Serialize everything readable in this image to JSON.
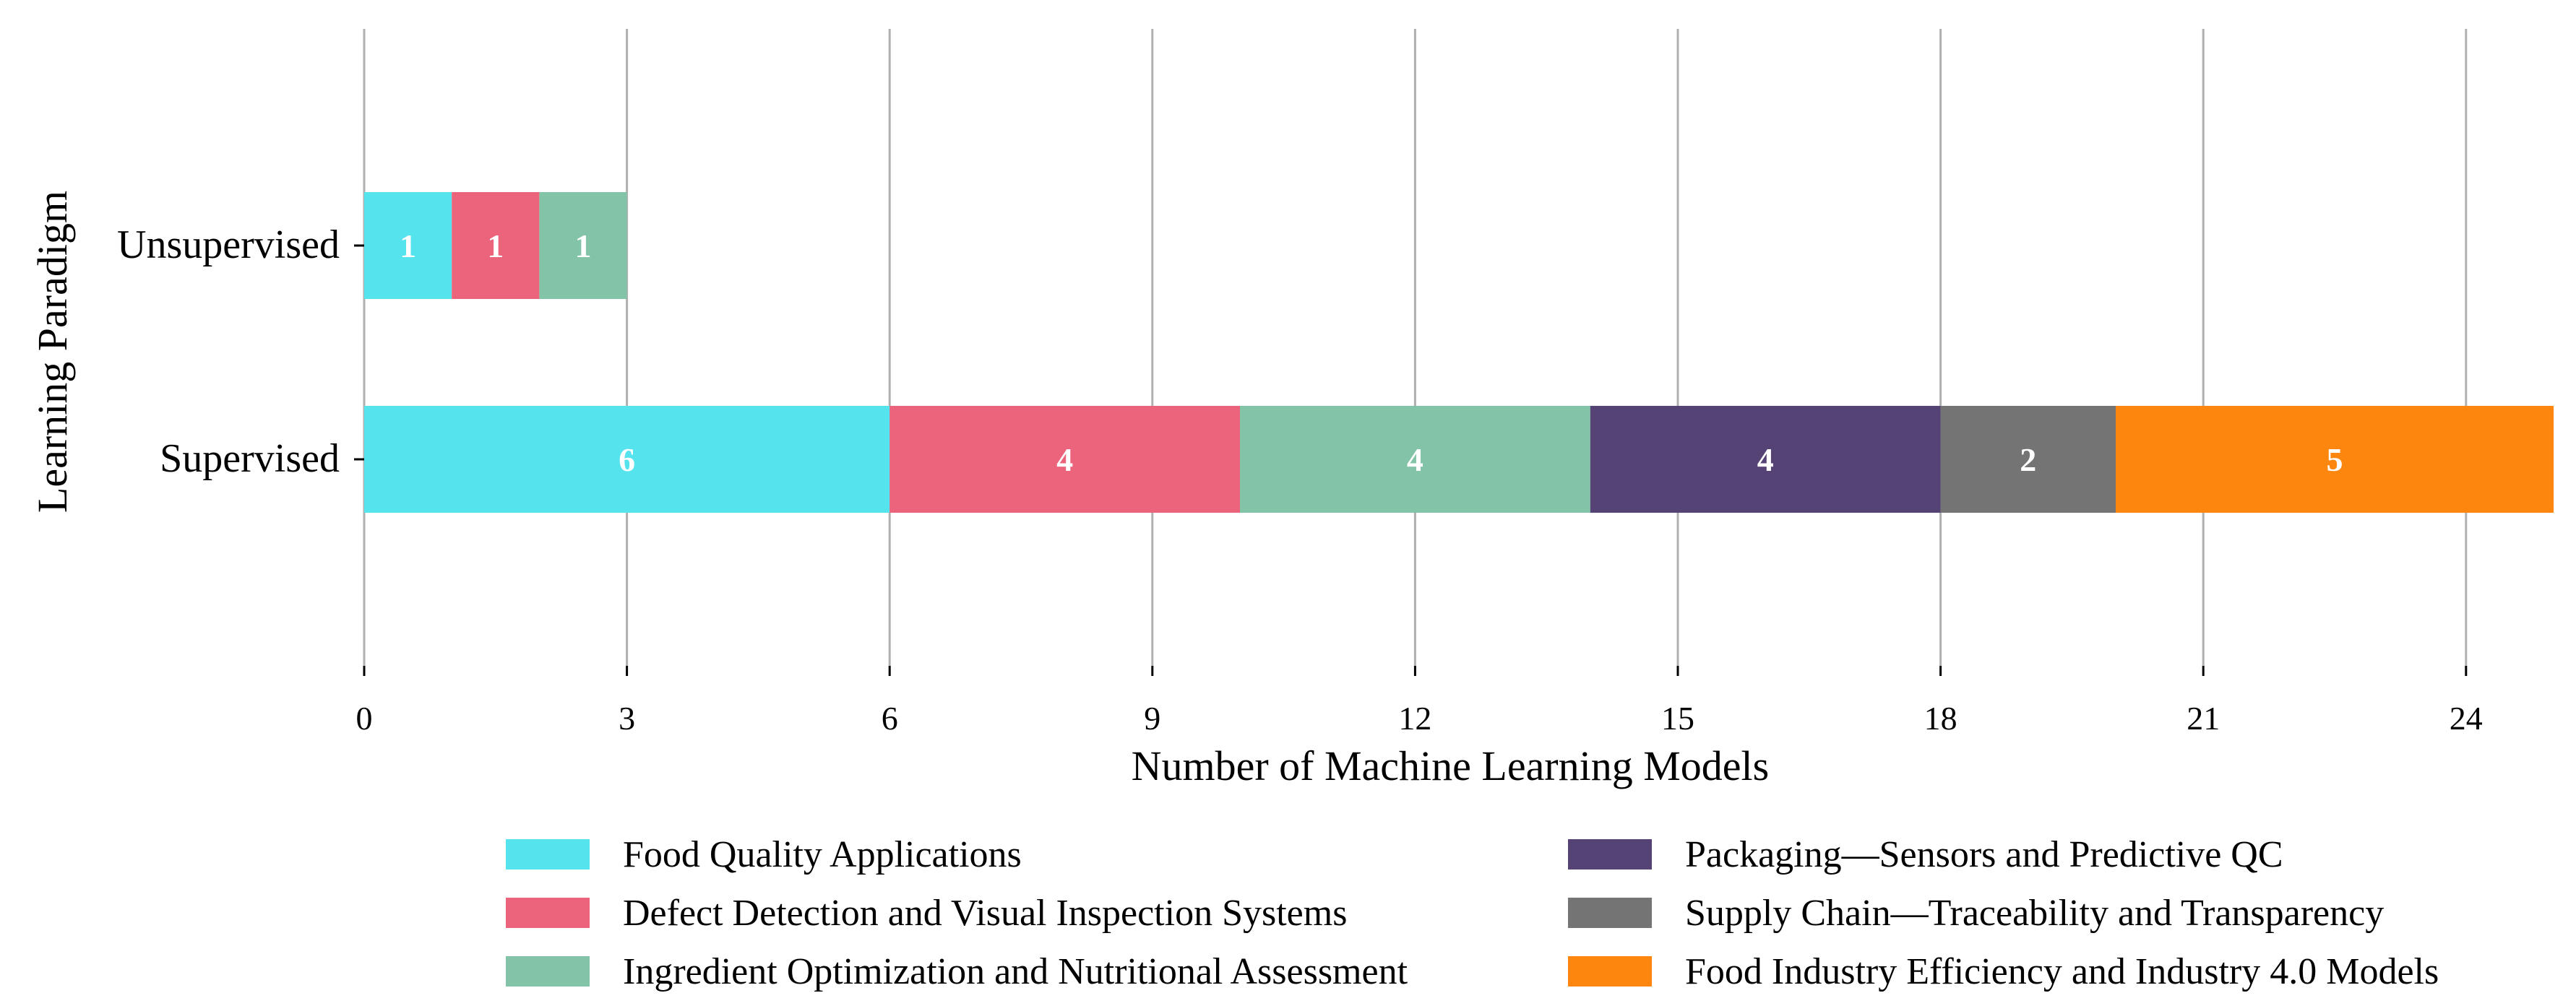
{
  "chart_data": {
    "type": "bar",
    "orientation": "horizontal",
    "stacked": true,
    "title": "",
    "xlabel": "Number of Machine Learning Models",
    "ylabel": "Learning Paradigm",
    "xlim": [
      0,
      25
    ],
    "xticks": [
      0,
      3,
      6,
      9,
      12,
      15,
      18,
      21,
      24
    ],
    "grid": "vertical",
    "legend_position": "bottom",
    "categories": [
      "Unsupervised",
      "Supervised"
    ],
    "series": [
      {
        "name": "Food Quality Applications",
        "color": "#55e3ed",
        "values": [
          1,
          6
        ]
      },
      {
        "name": "Defect Detection and Visual Inspection Systems",
        "color": "#ec637c",
        "values": [
          1,
          4
        ]
      },
      {
        "name": "Ingredient Optimization and Nutritional Assessment",
        "color": "#83c3a8",
        "values": [
          1,
          4
        ]
      },
      {
        "name": "Packaging—Sensors and Predictive QC",
        "color": "#554376",
        "values": [
          0,
          4
        ]
      },
      {
        "name": "Supply Chain—Traceability and Transparency",
        "color": "#747474",
        "values": [
          0,
          2
        ]
      },
      {
        "name": "Food Industry Efficiency and Industry 4.0 Models",
        "color": "#fd870e",
        "values": [
          0,
          5
        ]
      }
    ]
  }
}
